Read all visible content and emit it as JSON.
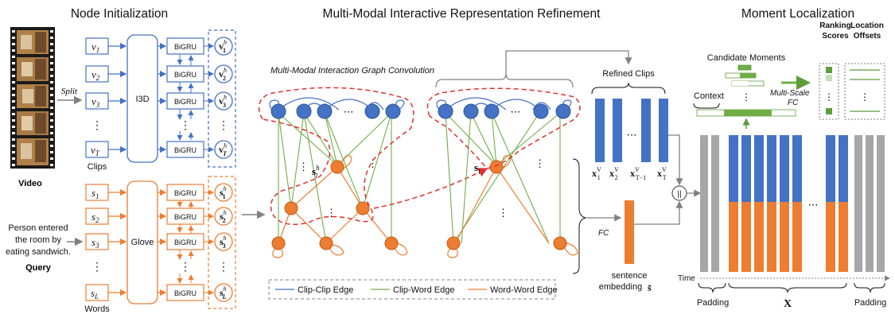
{
  "headers": {
    "node_init": "Node Initialization",
    "refinement": "Multi-Modal Interactive Representation Refinement",
    "localization": "Moment Localization"
  },
  "video": {
    "split": "Split",
    "label": "Video",
    "clips_label": "Clips",
    "clip_nodes": [
      "v1",
      "v2",
      "v3",
      "⋮",
      "vT"
    ],
    "encoder": "I3D"
  },
  "query": {
    "text_lines": [
      "Person entered",
      "the room by",
      "eating sandwich."
    ],
    "label": "Query",
    "words_label": "Words",
    "word_nodes": [
      "s1",
      "s2",
      "s3",
      "⋮",
      "sL"
    ],
    "encoder": "Glove"
  },
  "bigru_label": "BiGRU",
  "graph": {
    "title": "Multi-Modal Interaction Graph Convolution",
    "node_s_l_h": "s",
    "node_s_l": "s",
    "legend": {
      "clip_clip": "Clip-Clip Edge",
      "clip_word": "Clip-Word Edge",
      "word_word": "Word-Word Edge"
    }
  },
  "refined": {
    "title": "Refined Clips",
    "fc": "FC",
    "sentence": [
      "sentence",
      "embedding"
    ],
    "concat_symbol": "||"
  },
  "localization": {
    "candidate_moments": "Candidate Moments",
    "context": "Context",
    "multi_scale": "Multi-Scale",
    "fc": "FC",
    "ranking": [
      "Ranking",
      "Scores"
    ],
    "location": [
      "Location",
      "Offsets"
    ],
    "time": "Time",
    "padding": "Padding",
    "x_label": "X"
  },
  "colors": {
    "blue": "#4472C4",
    "orange": "#ED7D31",
    "green": "#70AD47",
    "gray": "#A6A6A6",
    "red_dash": "#E03030"
  }
}
